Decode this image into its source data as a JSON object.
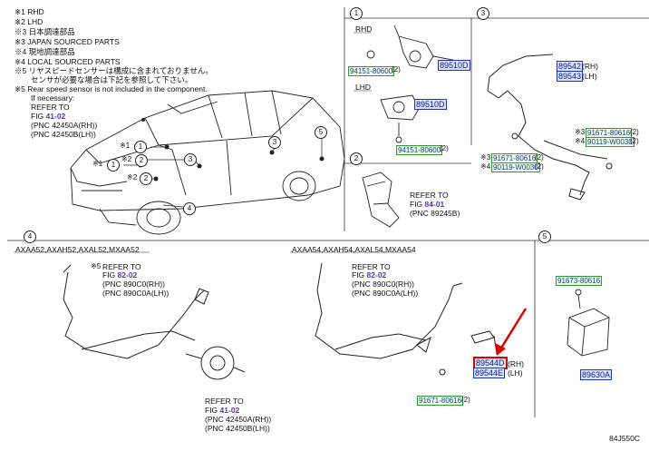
{
  "notes": [
    "※1 RHD",
    "※2 LHD",
    "※3 日本調達部品",
    "※3 JAPAN SOURCED PARTS",
    "※4 現地調達部品",
    "※4 LOCAL SOURCED PARTS",
    "※5 リヤスピードセンサーは構成に含まれておりません。",
    "センサが必要な場合は下記を参照して下さい。",
    "※5 Rear speed sensor is not included in the component.",
    "If necessary:"
  ],
  "main_ref": {
    "prefix": "REFER TO",
    "fig_label": "FIG",
    "fig": "41-02",
    "pnc1": "(PNC 42450A(RH))",
    "pnc2": "(PNC 42450B(LH))"
  },
  "car_callouts": {
    "c1": "1",
    "c2": "2",
    "c3": "3",
    "c4": "4",
    "c5": "5",
    "s1": "※1",
    "s2": "※2",
    "s1b": "※1",
    "s2b": "※2"
  },
  "section1": {
    "num": "1",
    "rhd": "RHD",
    "lhd": "LHD",
    "part_a": "89510D",
    "bolt_a": "94151-80600",
    "bolt_a_qty": "(2)",
    "part_b": "89510D",
    "bolt_b": "94151-80600",
    "bolt_b_qty": "(2)"
  },
  "section2": {
    "num": "2",
    "prefix": "REFER TO",
    "fig_label": "FIG",
    "fig": "84-01",
    "pnc": "(PNC 89245B)"
  },
  "section3": {
    "num": "3",
    "part_rh": "89542",
    "rh": "(RH)",
    "part_lh": "89543",
    "lh": "(LH)",
    "m3": "※3",
    "m4": "※4",
    "bolt1": "91671-80616",
    "bolt1_qty": "(2)",
    "bolt2": "90119-W0030",
    "bolt2_qty": "(2)",
    "bolt3": "91671-80616",
    "bolt3_qty": "(2)",
    "bolt4": "90119-W0030",
    "bolt4_qty": "(2)"
  },
  "section4": {
    "num": "4",
    "left_models": "AXAA52,AXAH52,AXAL52,MXAA52",
    "right_models": "AXAA54,AXAH54,AXAL54,MXAA54",
    "left_ref": {
      "mark": "※5",
      "prefix": "REFER TO",
      "fig_label": "FIG",
      "fig": "82-02",
      "pnc1": "(PNC 890C0(RH))",
      "pnc2": "(PNC 890C0A(LH))"
    },
    "bottom_ref": {
      "prefix": "REFER TO",
      "fig_label": "FIG",
      "fig": "41-02",
      "pnc1": "(PNC 42450A(RH))",
      "pnc2": "(PNC 42450B(LH))"
    },
    "right_ref": {
      "prefix": "REFER TO",
      "fig_label": "FIG",
      "fig": "82-02",
      "pnc1": "(PNC 890C0(RH))",
      "pnc2": "(PNC 890C0A(LH))"
    },
    "part_rh": "89544D",
    "rh": "(RH)",
    "part_lh": "89544E",
    "lh": "(LH)",
    "bolt": "91671-80616",
    "bolt_qty": "(2)"
  },
  "section5": {
    "num": "5",
    "bolt": "91673-80616",
    "part": "89630A"
  },
  "diagram_code": "84J550C",
  "colors": {
    "part_border": "#1d2fc4",
    "part_fill": "#d9e4ff",
    "bolt_border": "#2d9b2d",
    "highlight": "#e00000",
    "fig_text": "#5b35b8"
  }
}
